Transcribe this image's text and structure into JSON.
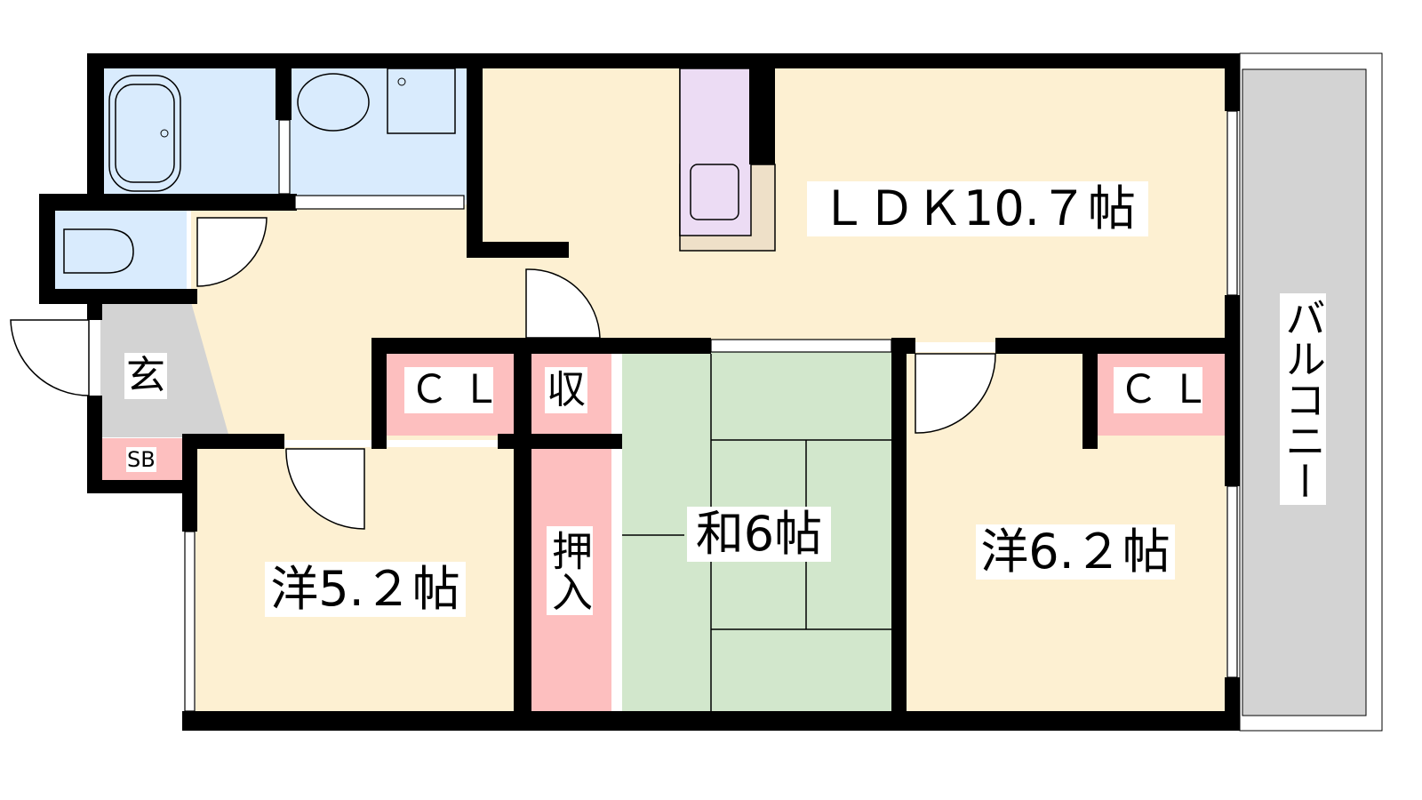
{
  "title": "Floor plan",
  "rooms": {
    "ldk": "ＬＤＫ10.７帖",
    "western_a": "洋5.２帖",
    "japanese": "和6帖",
    "western_b": "洋6.２帖",
    "closet_a": "ＣＬ",
    "closet_b": "ＣＬ",
    "storage": "収",
    "oshiire": "押入",
    "entrance": "玄",
    "shoe_box": "SB",
    "balcony": "バルコニー"
  },
  "colors": {
    "wall": "#000000",
    "floor_wood": "#fdf0d2",
    "water_area": "#d9ebfd",
    "storage": "#fdbfbf",
    "tatami": "#d2e7cc",
    "kitchen": "#ecdcf4",
    "entrance": "#d3d3d3",
    "balcony": "#d3d3d3"
  }
}
